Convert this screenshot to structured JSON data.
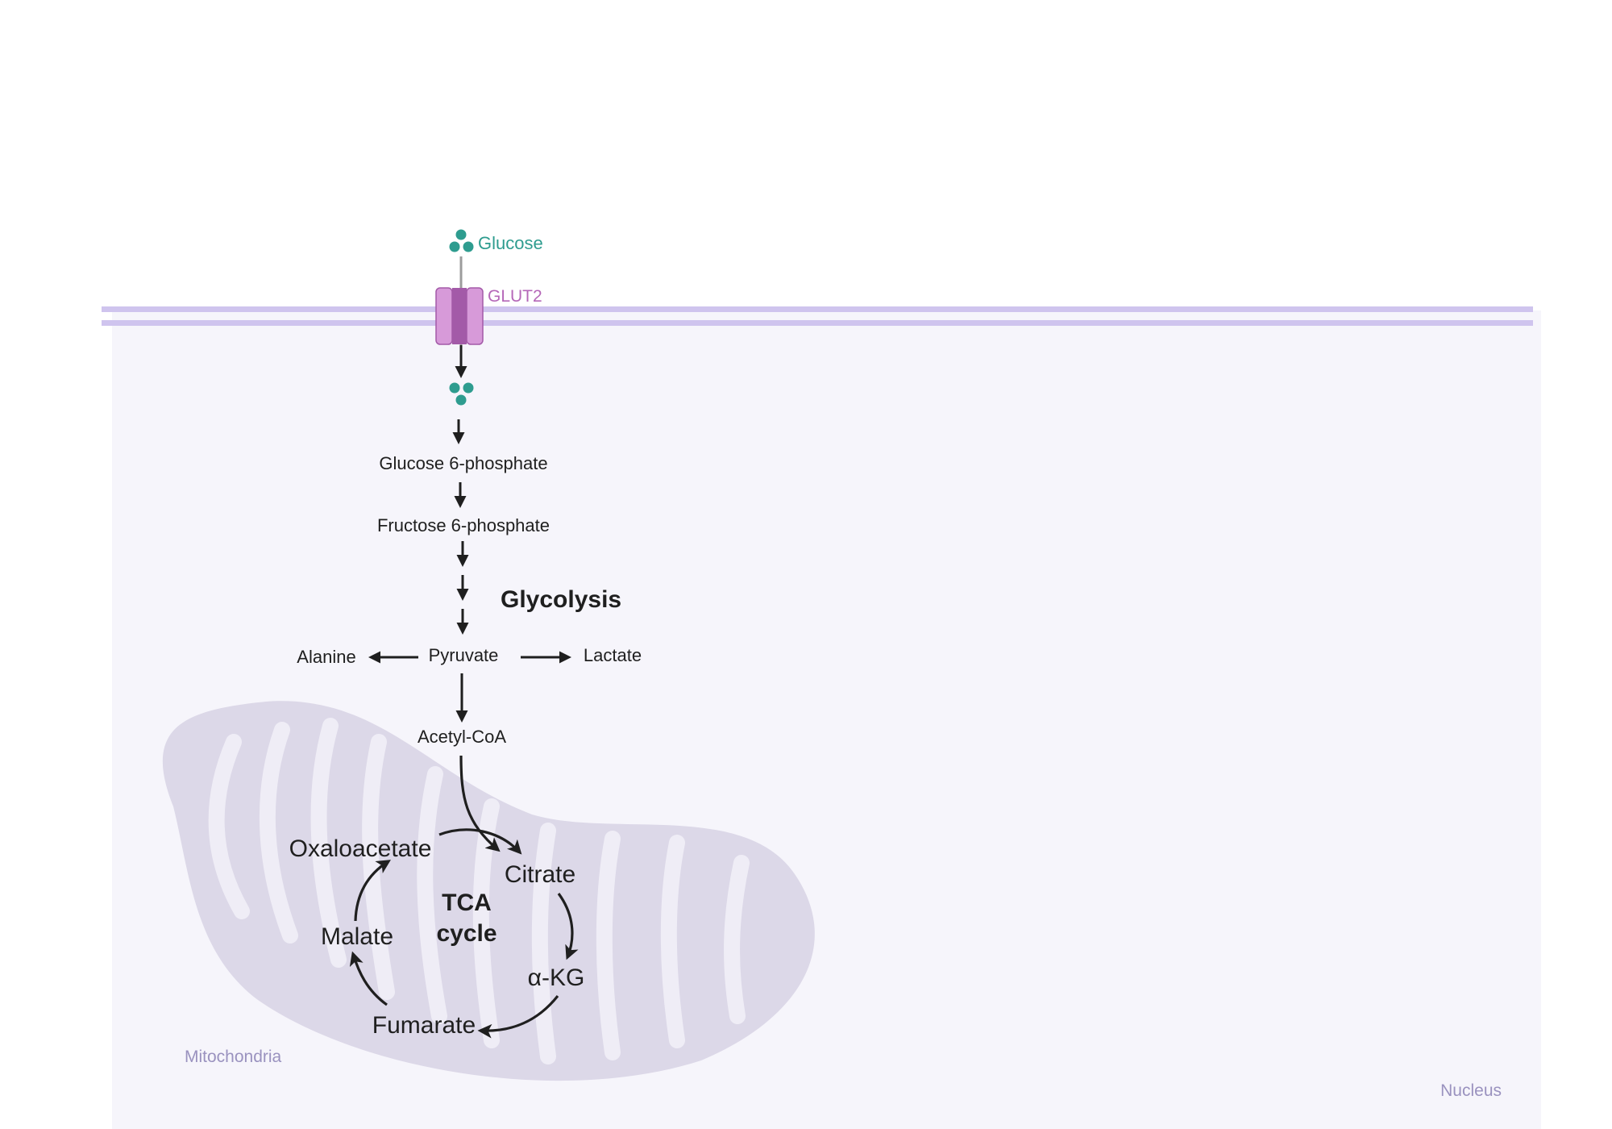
{
  "colors": {
    "cytoplasm_fill": "#f6f5fb",
    "membrane": "#cfc4ee",
    "mitochondria_fill": "#dcd8e8",
    "mitochondria_crista": "#efedf6",
    "glucose": "#2e9c8f",
    "glut2": "#d79ad9",
    "glut2_dark": "#a35aa8",
    "glut2_label": "#b567b8",
    "region_label": "#9a92bf",
    "text": "#1f1f1f"
  },
  "extracellular": {
    "glucose_label": "Glucose",
    "glucose_icon": "glucose-molecule-icon"
  },
  "transporter": {
    "label": "GLUT2",
    "icon": "glut2-transporter-icon"
  },
  "glycolysis": {
    "title": "Glycolysis",
    "steps": [
      "Glucose 6-phosphate",
      "Fructose 6-phosphate"
    ],
    "pyruvate": "Pyruvate",
    "alanine": "Alanine",
    "lactate": "Lactate",
    "acetyl_coa": "Acetyl-CoA"
  },
  "tca": {
    "title_line1": "TCA",
    "title_line2": "cycle",
    "metabolites": [
      "Oxaloacetate",
      "Citrate",
      "α-KG",
      "Fumarate",
      "Malate"
    ]
  },
  "regions": {
    "mitochondria": "Mitochondria",
    "nucleus": "Nucleus"
  }
}
